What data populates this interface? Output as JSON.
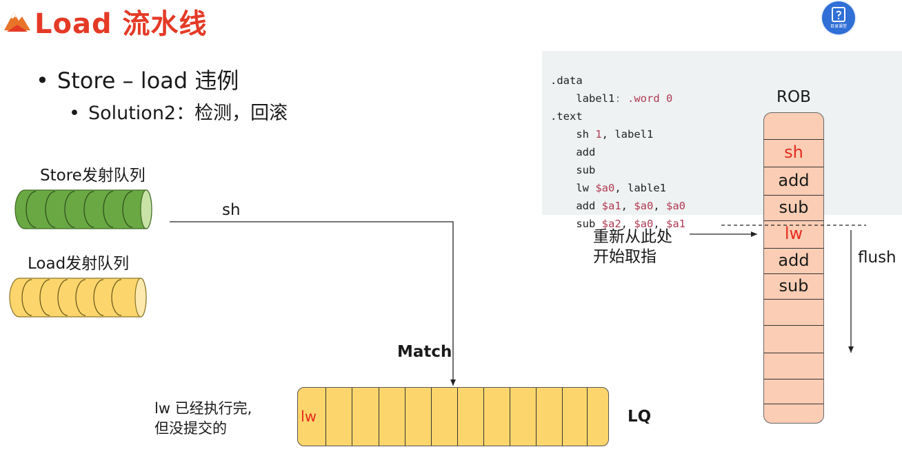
{
  "header": {
    "title": "Load 流水线",
    "badge_text": "目录课堂"
  },
  "bullets": {
    "level1": "Store – load 违例",
    "level2": "Solution2：检测，回滚"
  },
  "queues": {
    "store_label": "Store发射队列",
    "load_label": "Load发射队列",
    "store_color": "#6aa843",
    "load_color": "#fcd66c"
  },
  "code": {
    "lines": [
      ".data",
      "    label1: .word 0",
      ".text",
      "    sh 1, label1",
      "    add",
      "    sub",
      "    lw $a0, lable1",
      "    add $a1, $a0, $a0",
      "    sub $a2, $a0, $a1"
    ]
  },
  "rob": {
    "title": "ROB",
    "entries": [
      "",
      "sh",
      "add",
      "sub",
      "lw",
      "add",
      "sub",
      "",
      "",
      "",
      "",
      ""
    ],
    "highlight_color": "#e52b1f",
    "fill_color": "#fbcdb4"
  },
  "annotations": {
    "sh_arrow_label": "sh",
    "match": "Match",
    "refetch_line1": "重新从此处",
    "refetch_line2": "开始取指",
    "flush": "flush",
    "lw_note_line1": "lw 已经执行完,",
    "lw_note_line2": "但没提交的"
  },
  "lq": {
    "label": "LQ",
    "first_entry": "lw",
    "slot_count": 12
  }
}
